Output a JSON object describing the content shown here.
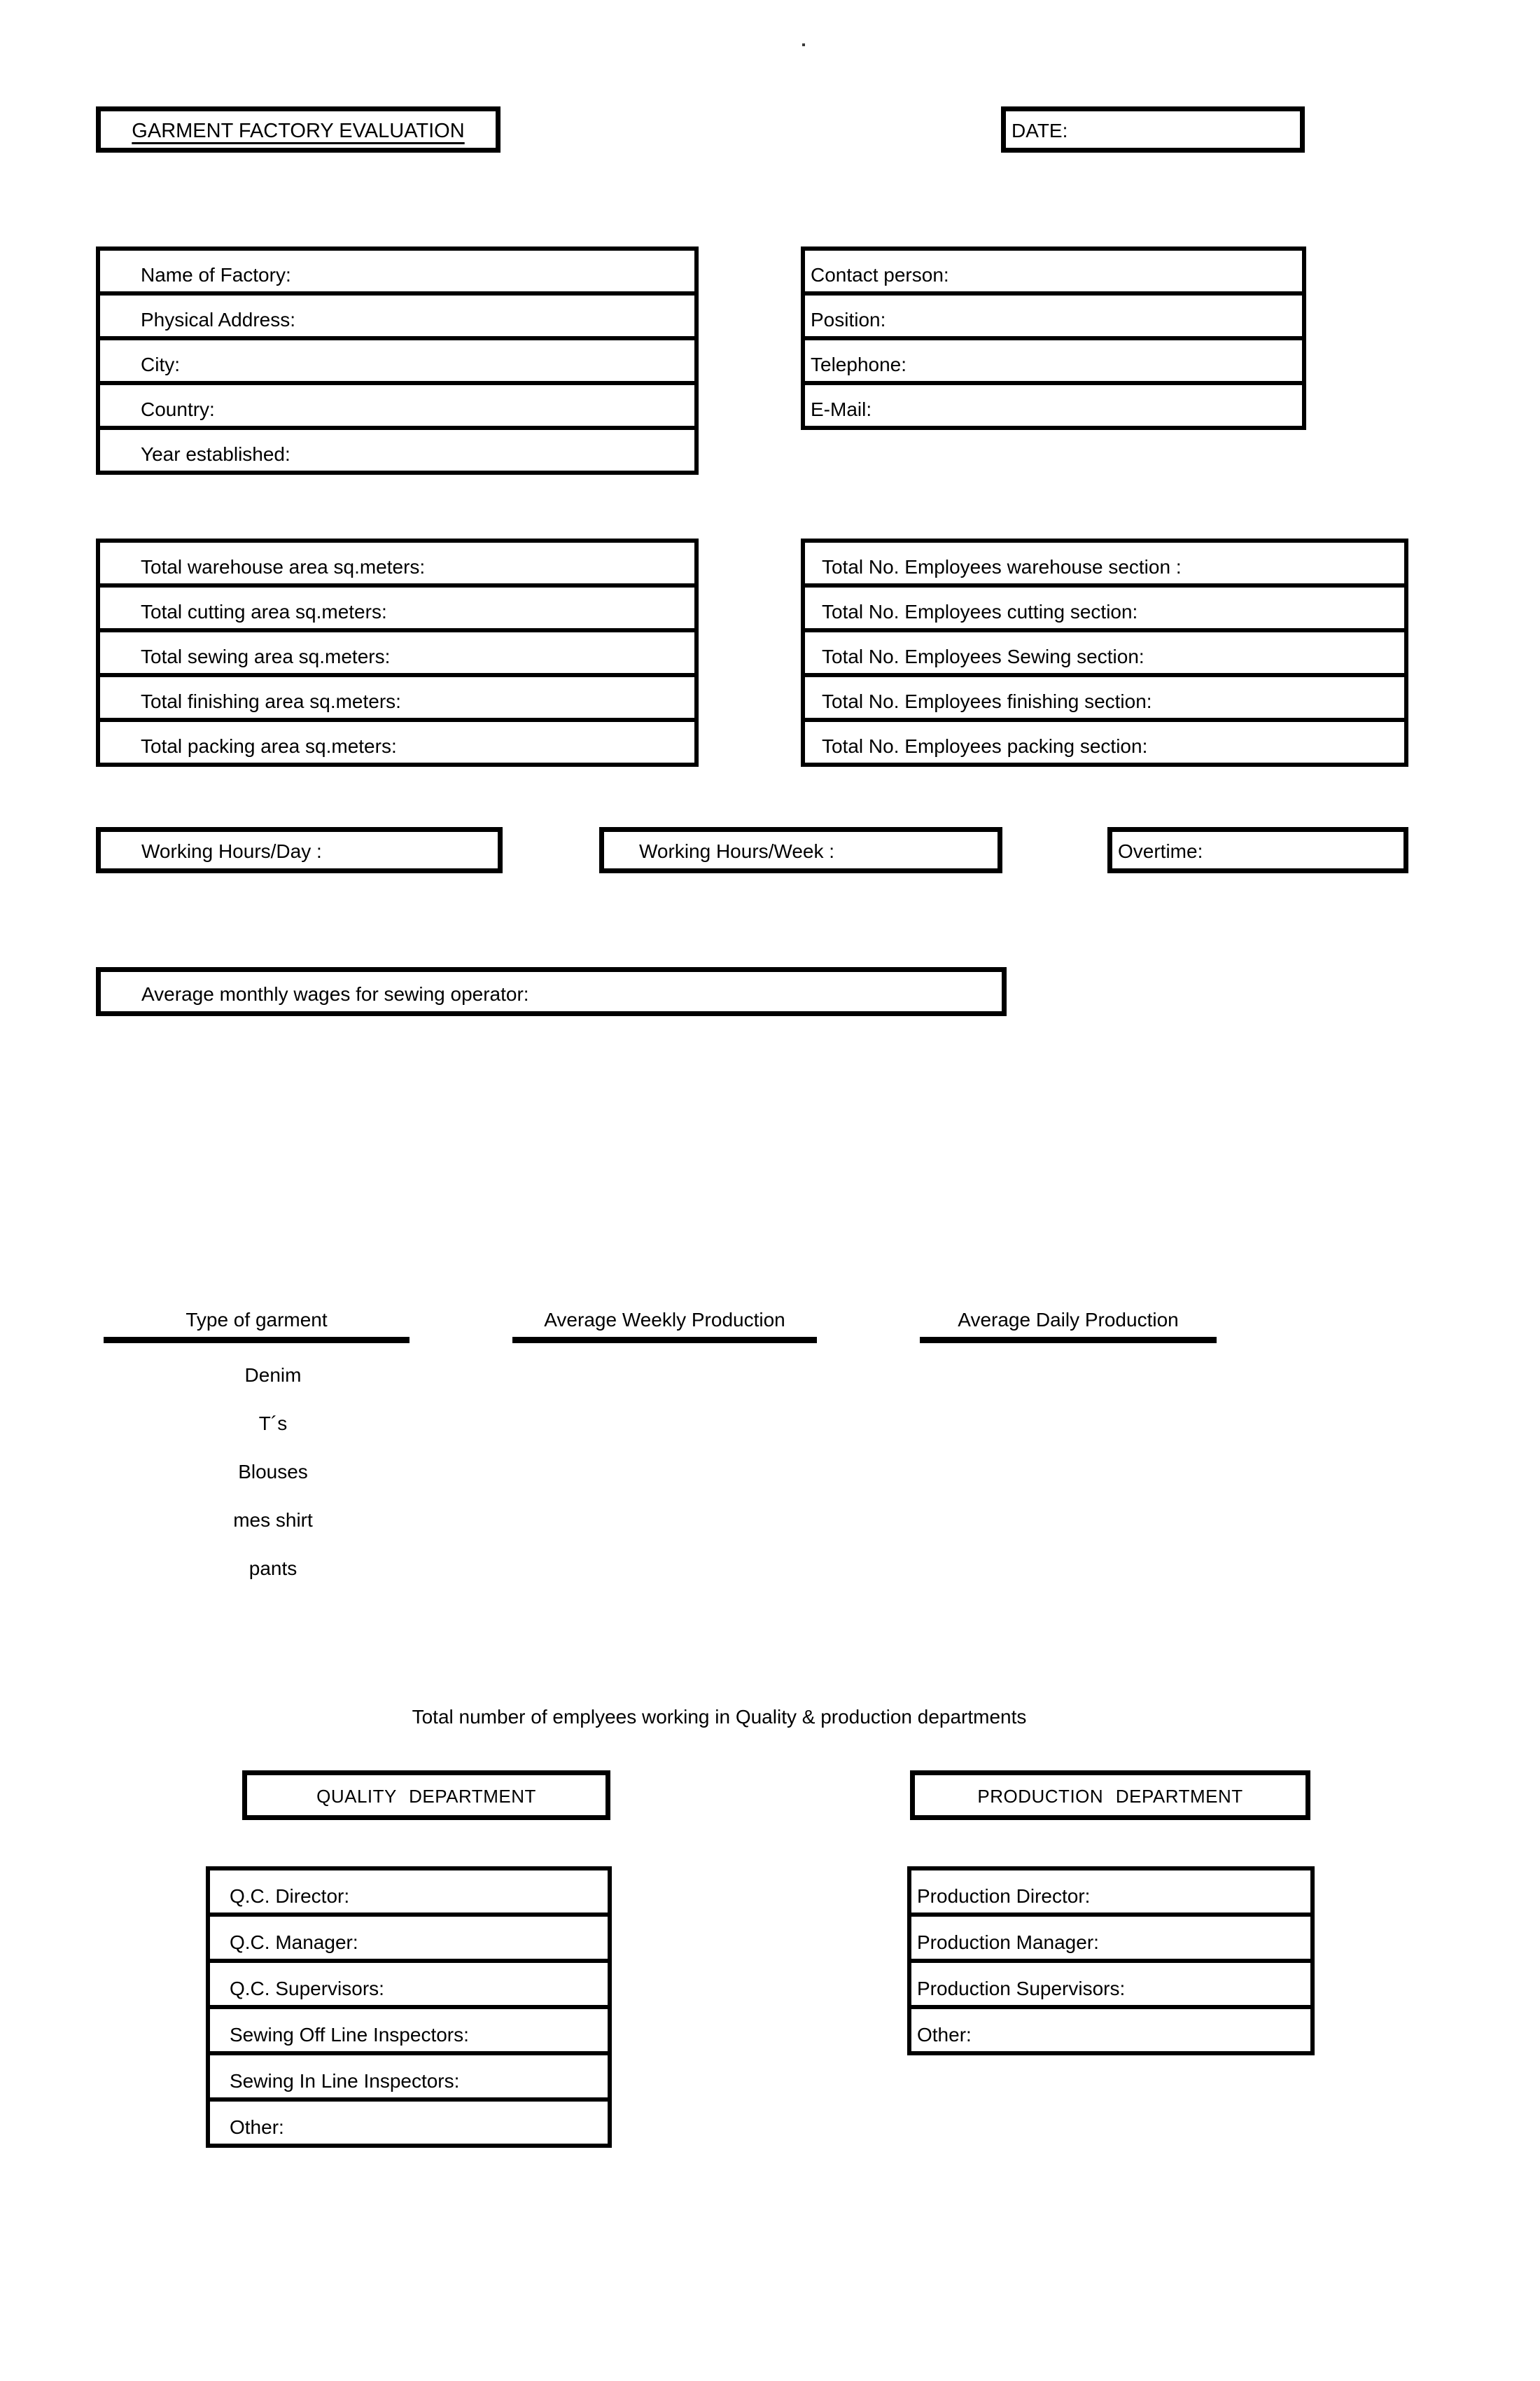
{
  "colors": {
    "ink": "#000000",
    "paper": "#ffffff"
  },
  "artifact": {
    "stray_dot": "."
  },
  "header": {
    "title": "GARMENT FACTORY EVALUATION",
    "date_label": "DATE:"
  },
  "factory_info": {
    "fields": [
      "Name of Factory:",
      "Physical Address:",
      "City:",
      "Country:",
      "Year established:"
    ]
  },
  "contact_info": {
    "fields": [
      "Contact person:",
      "Position:",
      "Telephone:",
      "E-Mail:"
    ]
  },
  "areas": {
    "fields": [
      "Total warehouse area sq.meters:",
      "Total cutting area sq.meters:",
      "Total sewing area sq.meters:",
      "Total finishing area sq.meters:",
      "Total packing area sq.meters:"
    ]
  },
  "employees": {
    "fields": [
      "Total No. Employees warehouse section :",
      "Total No. Employees cutting section:",
      "Total No. Employees Sewing section:",
      "Total No. Employees finishing section:",
      "Total No. Employees packing section:"
    ]
  },
  "working_hours": {
    "day_label": "Working Hours/Day :",
    "week_label": "Working Hours/Week :",
    "overtime_label": "Overtime:"
  },
  "wages": {
    "label": "Average monthly wages for sewing operator:"
  },
  "production_table": {
    "columns": [
      "Type of garment",
      "Average Weekly Production",
      "Average Daily Production"
    ],
    "garment_types": [
      "Denim",
      "T´s",
      "Blouses",
      "mes shirt",
      "pants"
    ]
  },
  "departments": {
    "summary_line": "Total number of emplyees working in Quality & production departments",
    "quality": {
      "title": "QUALITY DEPARTMENT",
      "fields": [
        "Q.C. Director:",
        "Q.C. Manager:",
        "Q.C. Supervisors:",
        "Sewing Off Line Inspectors:",
        "Sewing In Line Inspectors:",
        "Other:"
      ]
    },
    "production": {
      "title": "PRODUCTION DEPARTMENT",
      "fields": [
        "Production Director:",
        "Production Manager:",
        "Production Supervisors:",
        "Other:"
      ]
    }
  }
}
